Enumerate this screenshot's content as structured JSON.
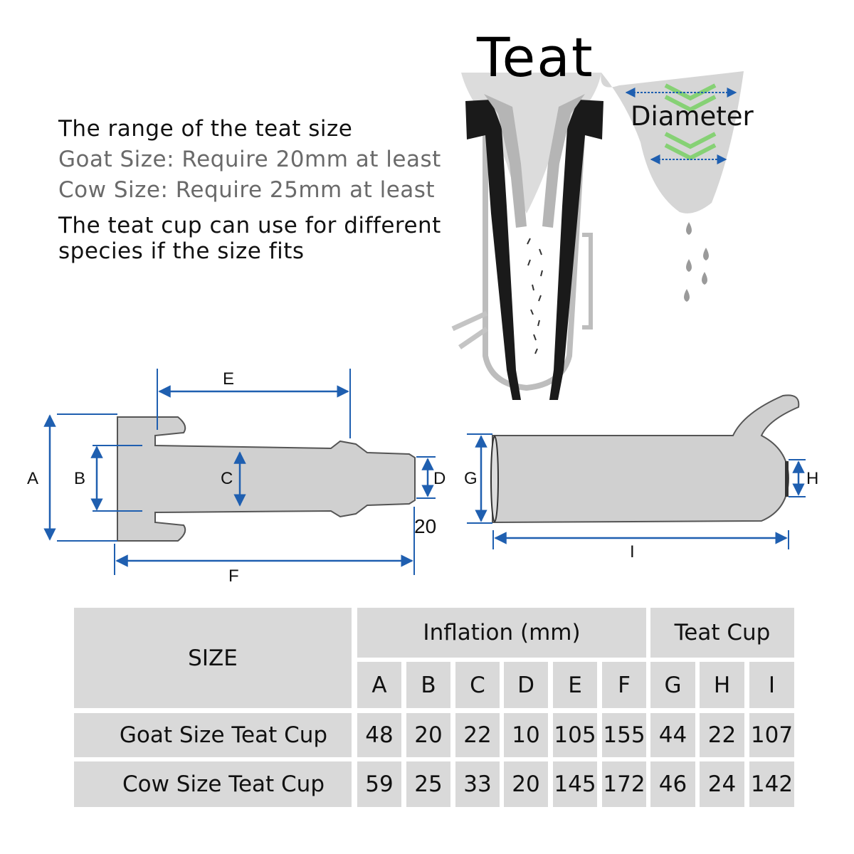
{
  "intro": {
    "heading": "The range of the teat size",
    "goat_line": "Goat Size: Require 20mm at least",
    "cow_line": "Cow Size: Require 25mm at least",
    "note_line1": "The teat cup can use for different",
    "note_line2": "species if the size fits"
  },
  "teat_diagram": {
    "title": "Teat",
    "diameter_label": "Diameter"
  },
  "inflation_diagram": {
    "labels": {
      "A": "A",
      "B": "B",
      "C": "C",
      "D": "D",
      "E": "E",
      "F": "F"
    },
    "stray_value": "20"
  },
  "cup_diagram": {
    "labels": {
      "G": "G",
      "H": "H",
      "I": "I"
    }
  },
  "colors": {
    "dimension_line": "#1f5fb0",
    "table_fill": "#d9d9d9",
    "arrow_green": "#7ed16b"
  },
  "table": {
    "size_header": "SIZE",
    "inflation_header": "Inflation (mm)",
    "teatcup_header": "Teat Cup",
    "columns": [
      "A",
      "B",
      "C",
      "D",
      "E",
      "F",
      "G",
      "H",
      "I"
    ],
    "rows": [
      {
        "label": "Goat Size Teat Cup",
        "values": [
          "48",
          "20",
          "22",
          "10",
          "105",
          "155",
          "44",
          "22",
          "107"
        ]
      },
      {
        "label": "Cow Size Teat Cup",
        "values": [
          "59",
          "25",
          "33",
          "20",
          "145",
          "172",
          "46",
          "24",
          "142"
        ]
      }
    ]
  }
}
